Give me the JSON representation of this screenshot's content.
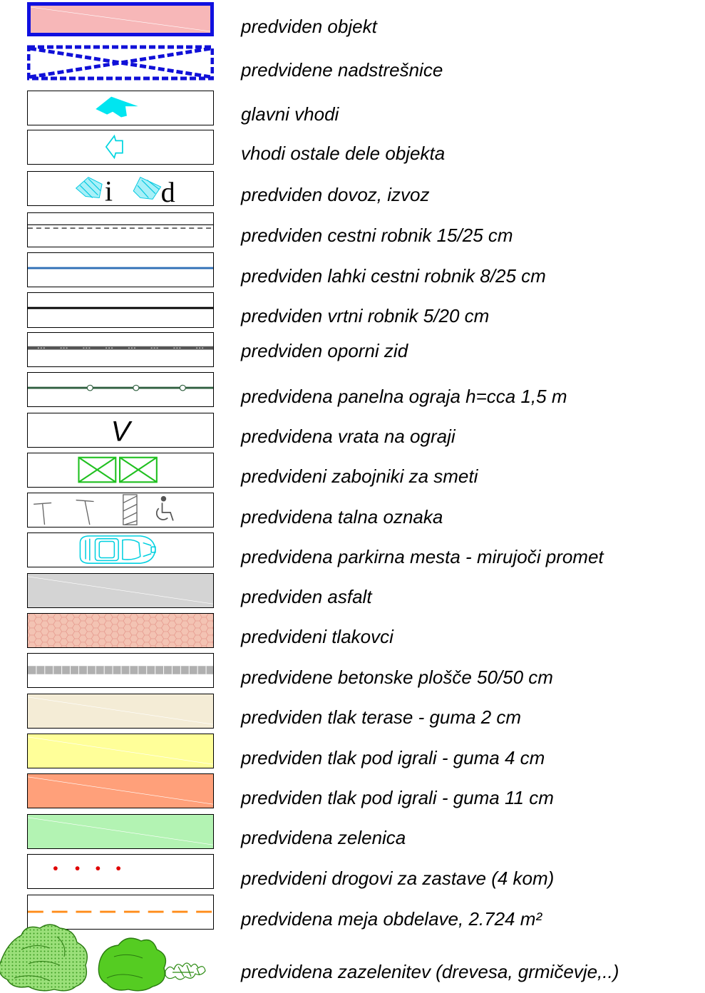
{
  "legend": {
    "items": [
      {
        "label": "predviden objekt"
      },
      {
        "label": "predvidene nadstrešnice"
      },
      {
        "label": "glavni vhodi"
      },
      {
        "label": "vhodi ostale dele objekta"
      },
      {
        "label": "predviden dovoz, izvoz"
      },
      {
        "label": "predviden cestni robnik 15/25 cm"
      },
      {
        "label": "predviden lahki cestni robnik 8/25 cm"
      },
      {
        "label": "predviden vrtni robnik 5/20 cm"
      },
      {
        "label": "predviden oporni zid"
      },
      {
        "label": "predvidena panelna ograja h=cca 1,5 m"
      },
      {
        "label": "predvidena vrata na ograji"
      },
      {
        "label": "predvideni zabojniki za smeti"
      },
      {
        "label": "predvidena talna oznaka"
      },
      {
        "label": "predvidena parkirna mesta - mirujoči promet"
      },
      {
        "label": "predviden asfalt"
      },
      {
        "label": "predvideni tlakovci"
      },
      {
        "label": "predvidene betonske plošče 50/50 cm"
      },
      {
        "label": "predviden tlak terase - guma 2 cm"
      },
      {
        "label": "predviden tlak pod igrali - guma 4 cm"
      },
      {
        "label": "predviden tlak pod igrali - guma 11 cm"
      },
      {
        "label": "predvidena zelenica"
      },
      {
        "label": "predvideni drogovi za zastave (4 kom)"
      },
      {
        "label": "predvidena meja obdelave, 2.724 m²"
      },
      {
        "label": "predvidena zazelenitev (drevesa, grmičevje,..)"
      }
    ],
    "symbol_text": {
      "dovoz_in": "i",
      "dovoz_out": "d",
      "gate": "V"
    },
    "colors": {
      "objekt_fill": "#f7b7b8",
      "objekt_border": "#1010e0",
      "nadstresnice": "#1010d8",
      "vhod": "#00e5f0",
      "lahki_robnik": "#2f6fb6",
      "ograja": "#2f5f3f",
      "zabojniki": "#20c020",
      "asfalt": "#d4d4d4",
      "tlakovci": "#f3c3b3",
      "terasa": "#f4ecd6",
      "guma4": "#ffff99",
      "guma11": "#ffa07a",
      "zelenica": "#b3f3b3",
      "drogovi": "#e00000",
      "meja": "#ff8c1a",
      "zazelenitev": "#55cc22"
    }
  }
}
